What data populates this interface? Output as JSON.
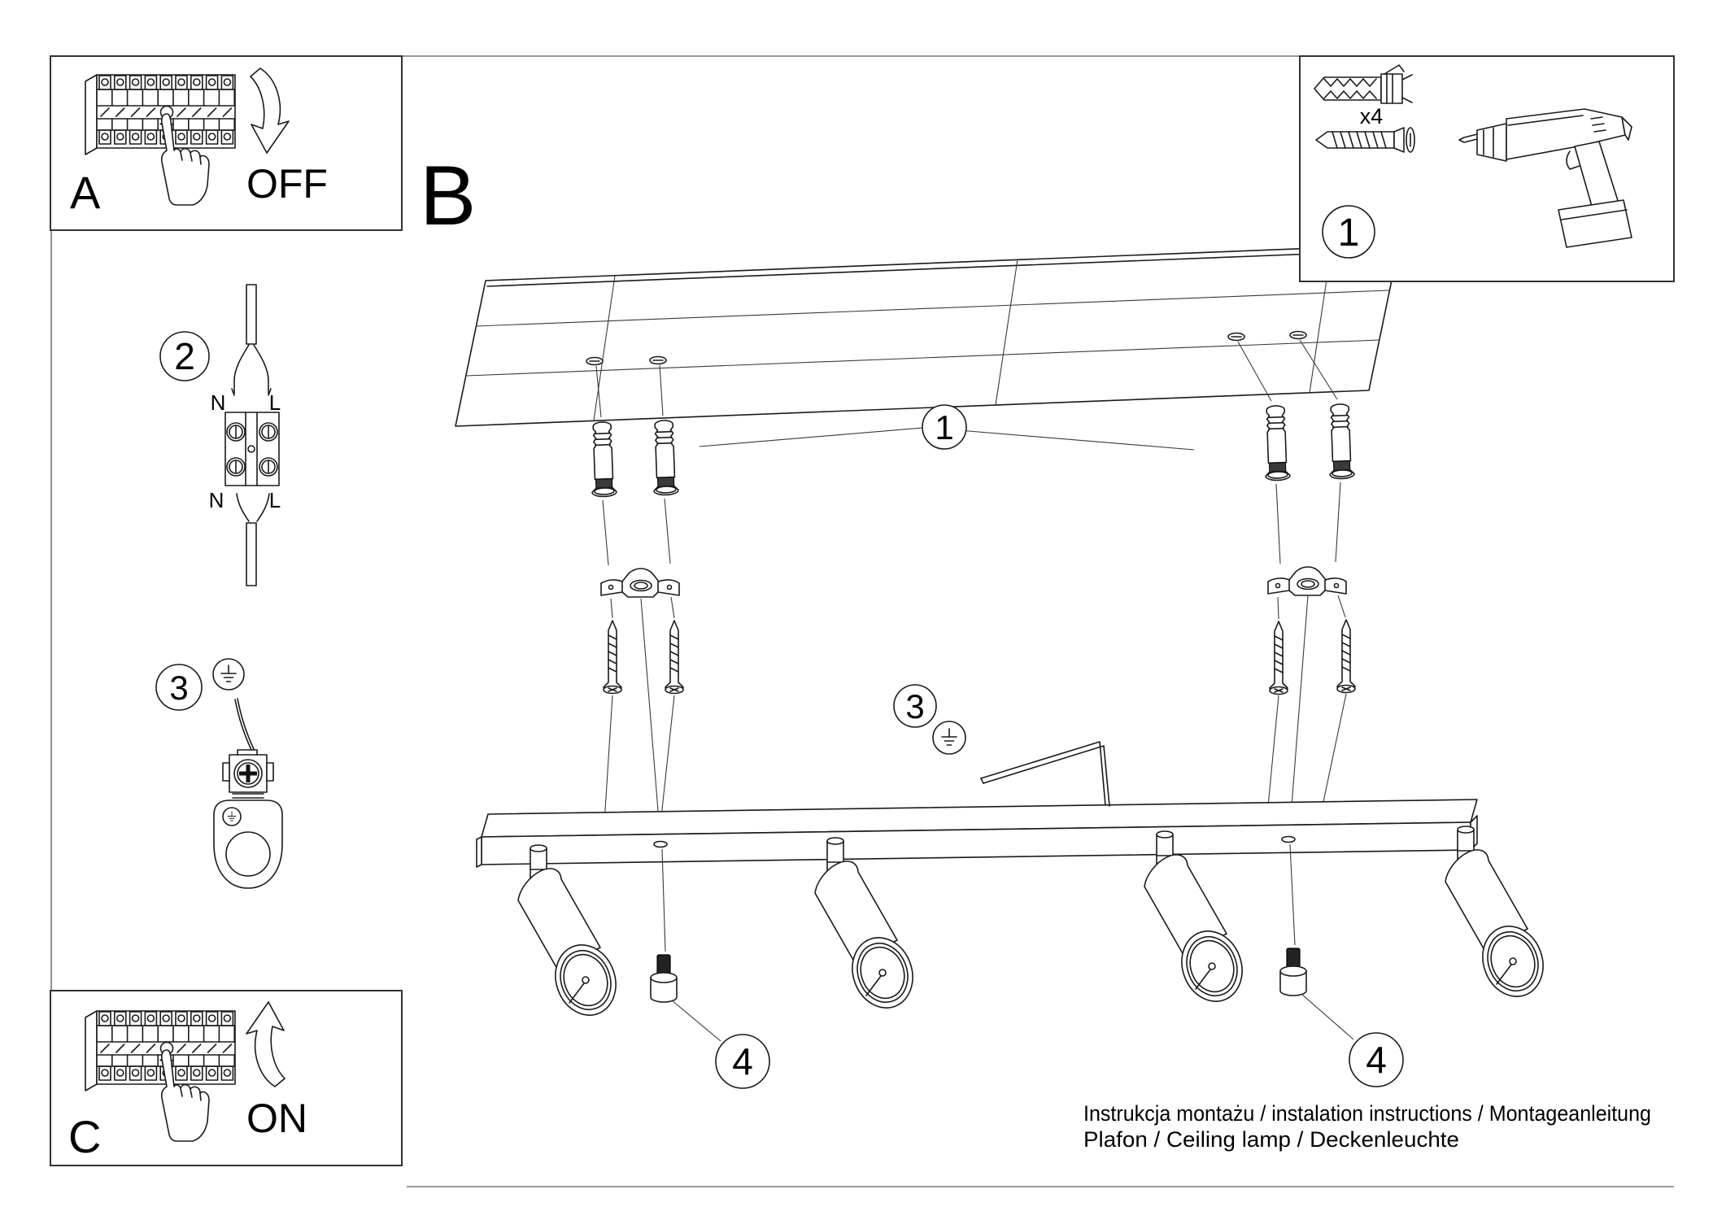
{
  "panels": {
    "a": {
      "label": "A",
      "action": "OFF"
    },
    "b": {
      "label": "B"
    },
    "c": {
      "label": "C",
      "action": "ON"
    },
    "parts": {
      "callout": "1",
      "quantity": "x4"
    }
  },
  "steps": {
    "wiring": {
      "callout": "2",
      "labels": {
        "top_left": "N",
        "top_right": "L",
        "bottom_left": "N",
        "bottom_right": "L"
      }
    },
    "grounding": {
      "callout": "3"
    }
  },
  "diagram": {
    "callout_anchors": "1",
    "callout_ground": "3",
    "callout_screw_left": "4",
    "callout_screw_right": "4"
  },
  "footer": {
    "line1": "Instrukcja montażu / instalation instructions / Montageanleitung",
    "line2": "Plafon / Ceiling lamp / Deckenleuchte"
  },
  "icons": {
    "earth": "earth-ground-icon",
    "arrow_off": "arrow-down-icon",
    "arrow_on": "arrow-up-icon",
    "hand": "hand-pointing-icon",
    "drill": "drill-icon"
  },
  "colors": {
    "ink": "#1a1a1a",
    "panel_border": "#333333",
    "page_line": "#888888",
    "background": "#ffffff"
  }
}
